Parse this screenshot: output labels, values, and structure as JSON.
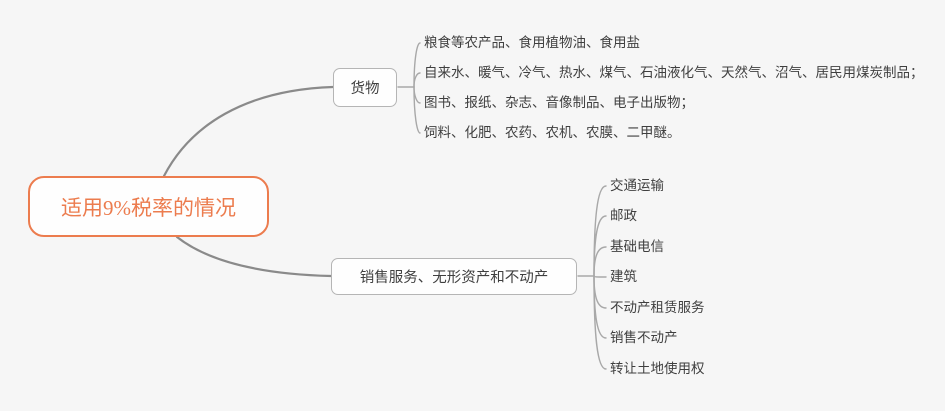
{
  "canvas": {
    "background_color": "#F6F6F6",
    "diagram_type": "mind-map"
  },
  "colors": {
    "root_accent": "#EC7C4E",
    "node_border": "#B5B5B5",
    "main_connector": "#8A8A8A",
    "sub_connector": "#A8A8A8",
    "text": "#3F3F3F",
    "node_fill": "#FEFEFE"
  },
  "root": {
    "label": "适用9%税率的情况"
  },
  "branches": [
    {
      "label": "货物",
      "children": [
        {
          "label": "粮食等农产品、食用植物油、食用盐"
        },
        {
          "label": "自来水、暖气、冷气、热水、煤气、石油液化气、天然气、沼气、居民用煤炭制品；"
        },
        {
          "label": "图书、报纸、杂志、音像制品、电子出版物；"
        },
        {
          "label": "饲料、化肥、农药、农机、农膜、二甲醚。"
        }
      ]
    },
    {
      "label": "销售服务、无形资产和不动产",
      "children": [
        {
          "label": "交通运输"
        },
        {
          "label": "邮政"
        },
        {
          "label": "基础电信"
        },
        {
          "label": "建筑"
        },
        {
          "label": "不动产租赁服务"
        },
        {
          "label": "销售不动产"
        },
        {
          "label": "转让土地使用权"
        }
      ]
    }
  ]
}
